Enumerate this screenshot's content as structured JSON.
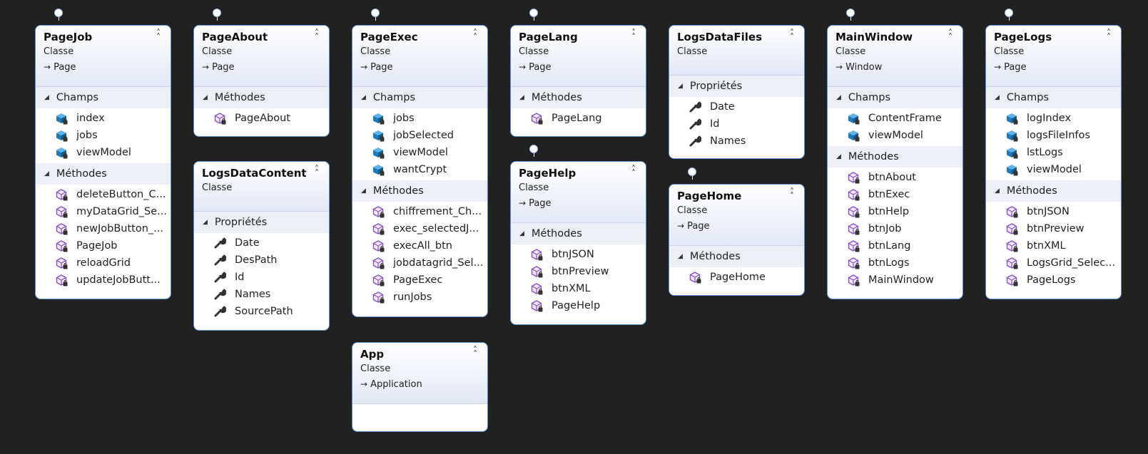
{
  "colors": {
    "background": "#212121",
    "border": "#5a8fd6",
    "field": "#1e7ab8",
    "method": "#8a4fc6"
  },
  "classes": [
    {
      "title": "PageJob",
      "stereotype": "Classe",
      "base": "Page",
      "sections": [
        {
          "name": "Champs",
          "kind": "field",
          "items": [
            "index",
            "jobs",
            "viewModel"
          ]
        },
        {
          "name": "Méthodes",
          "kind": "method",
          "items": [
            "deleteButton_C...",
            "myDataGrid_Se...",
            "newJobButton_...",
            "PageJob",
            "reloadGrid",
            "updateJobButt..."
          ]
        }
      ]
    },
    {
      "title": "PageAbout",
      "stereotype": "Classe",
      "base": "Page",
      "sections": [
        {
          "name": "Méthodes",
          "kind": "method",
          "items": [
            "PageAbout"
          ]
        }
      ]
    },
    {
      "title": "LogsDataContent",
      "stereotype": "Classe",
      "base": "",
      "sections": [
        {
          "name": "Propriétés",
          "kind": "property",
          "items": [
            "Date",
            "DesPath",
            "Id",
            "Names",
            "SourcePath"
          ]
        }
      ]
    },
    {
      "title": "PageExec",
      "stereotype": "Classe",
      "base": "Page",
      "sections": [
        {
          "name": "Champs",
          "kind": "field",
          "items": [
            "jobs",
            "jobSelected",
            "viewModel",
            "wantCrypt"
          ]
        },
        {
          "name": "Méthodes",
          "kind": "method",
          "items": [
            "chiffrement_Ch...",
            "exec_selectedJ...",
            "execAll_btn",
            "jobdatagrid_Sel...",
            "PageExec",
            "runJobs"
          ]
        }
      ]
    },
    {
      "title": "App",
      "stereotype": "Classe",
      "base": "Application",
      "sections": []
    },
    {
      "title": "PageLang",
      "stereotype": "Classe",
      "base": "Page",
      "sections": [
        {
          "name": "Méthodes",
          "kind": "method",
          "items": [
            "PageLang"
          ]
        }
      ]
    },
    {
      "title": "PageHelp",
      "stereotype": "Classe",
      "base": "Page",
      "sections": [
        {
          "name": "Méthodes",
          "kind": "method",
          "items": [
            "btnJSON",
            "btnPreview",
            "btnXML",
            "PageHelp"
          ]
        }
      ]
    },
    {
      "title": "LogsDataFiles",
      "stereotype": "Classe",
      "base": "",
      "sections": [
        {
          "name": "Propriétés",
          "kind": "property",
          "items": [
            "Date",
            "Id",
            "Names"
          ]
        }
      ]
    },
    {
      "title": "PageHome",
      "stereotype": "Classe",
      "base": "Page",
      "sections": [
        {
          "name": "Méthodes",
          "kind": "method",
          "items": [
            "PageHome"
          ]
        }
      ]
    },
    {
      "title": "MainWindow",
      "stereotype": "Classe",
      "base": "Window",
      "sections": [
        {
          "name": "Champs",
          "kind": "field",
          "items": [
            "ContentFrame",
            "viewModel"
          ]
        },
        {
          "name": "Méthodes",
          "kind": "method",
          "items": [
            "btnAbout",
            "btnExec",
            "btnHelp",
            "btnJob",
            "btnLang",
            "btnLogs",
            "MainWindow"
          ]
        }
      ]
    },
    {
      "title": "PageLogs",
      "stereotype": "Classe",
      "base": "Page",
      "sections": [
        {
          "name": "Champs",
          "kind": "field",
          "items": [
            "logIndex",
            "logsFileInfos",
            "lstLogs",
            "viewModel"
          ]
        },
        {
          "name": "Méthodes",
          "kind": "method",
          "items": [
            "btnJSON",
            "btnPreview",
            "btnXML",
            "LogsGrid_Selec...",
            "PageLogs"
          ]
        }
      ]
    }
  ]
}
